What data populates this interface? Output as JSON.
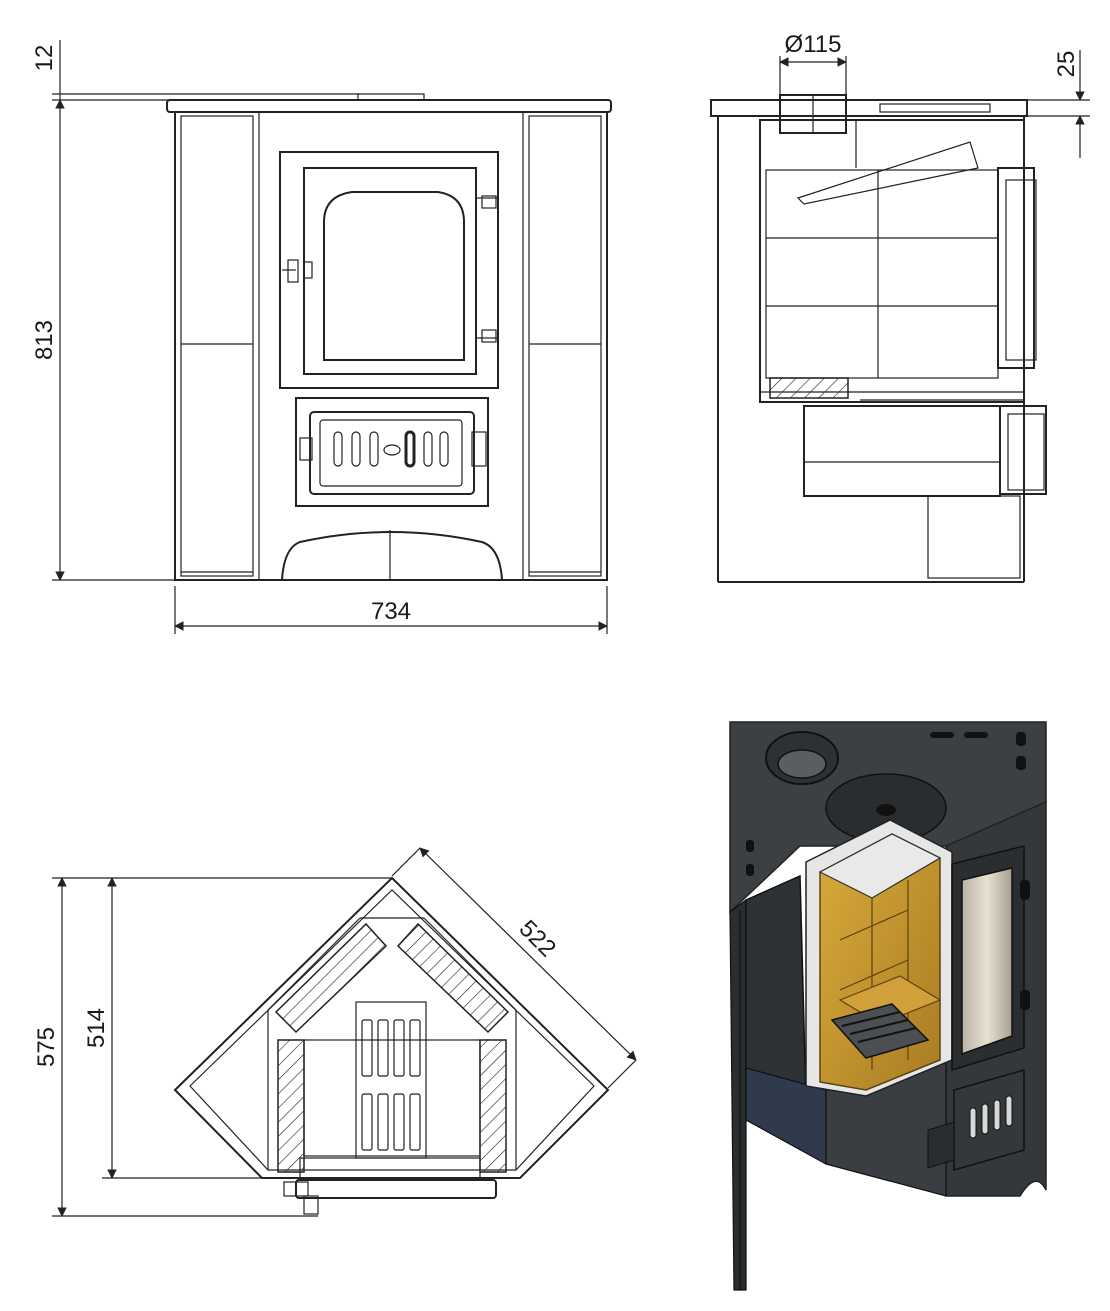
{
  "dimensions": {
    "front_top_gap": "12",
    "front_height": "813",
    "front_width": "734",
    "flue_diameter": "Ø115",
    "flue_offset": "25",
    "plan_depth_outer": "575",
    "plan_depth_inner": "514",
    "plan_side": "522"
  },
  "colors": {
    "line": "#222222",
    "steel": "#3c4043",
    "firebrick": "#c99a2e",
    "firebrick_dark": "#8c6a1c",
    "glass": "#d8cdb8",
    "base_blue": "#2f3a4d"
  }
}
